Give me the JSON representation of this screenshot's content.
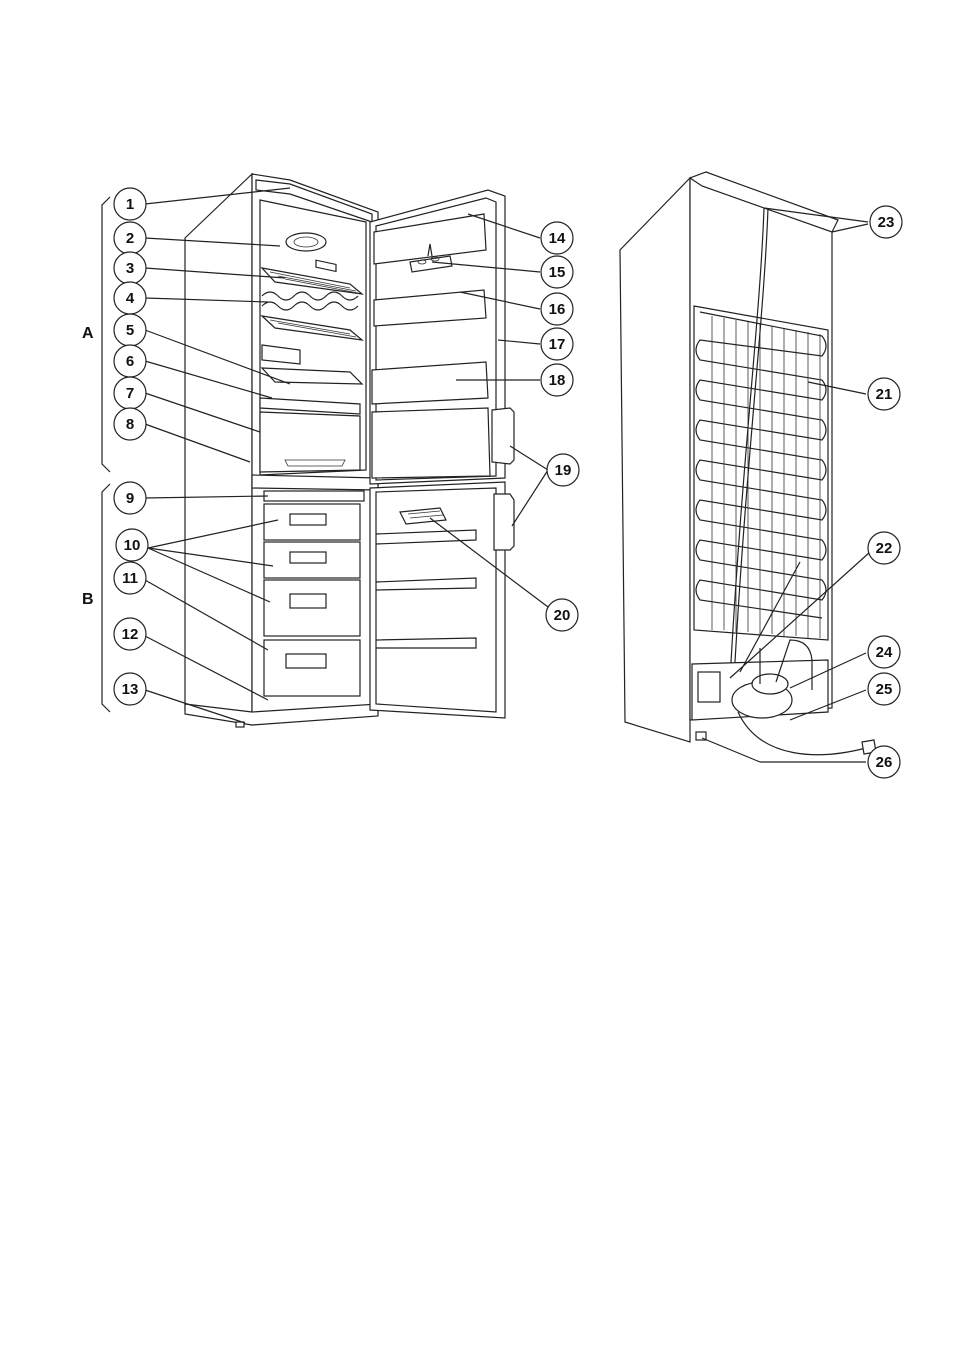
{
  "sections": [
    {
      "id": "A",
      "label": "A"
    },
    {
      "id": "B",
      "label": "B"
    }
  ],
  "callouts": [
    {
      "id": "1",
      "label": "1"
    },
    {
      "id": "2",
      "label": "2"
    },
    {
      "id": "3",
      "label": "3"
    },
    {
      "id": "4",
      "label": "4"
    },
    {
      "id": "5",
      "label": "5"
    },
    {
      "id": "6",
      "label": "6"
    },
    {
      "id": "7",
      "label": "7"
    },
    {
      "id": "8",
      "label": "8"
    },
    {
      "id": "9",
      "label": "9"
    },
    {
      "id": "10",
      "label": "10"
    },
    {
      "id": "11",
      "label": "11"
    },
    {
      "id": "12",
      "label": "12"
    },
    {
      "id": "13",
      "label": "13"
    },
    {
      "id": "14",
      "label": "14"
    },
    {
      "id": "15",
      "label": "15"
    },
    {
      "id": "16",
      "label": "16"
    },
    {
      "id": "17",
      "label": "17"
    },
    {
      "id": "18",
      "label": "18"
    },
    {
      "id": "19",
      "label": "19"
    },
    {
      "id": "20",
      "label": "20"
    },
    {
      "id": "21",
      "label": "21"
    },
    {
      "id": "22",
      "label": "22"
    },
    {
      "id": "23",
      "label": "23"
    },
    {
      "id": "24",
      "label": "24"
    },
    {
      "id": "25",
      "label": "25"
    },
    {
      "id": "26",
      "label": "26"
    }
  ]
}
